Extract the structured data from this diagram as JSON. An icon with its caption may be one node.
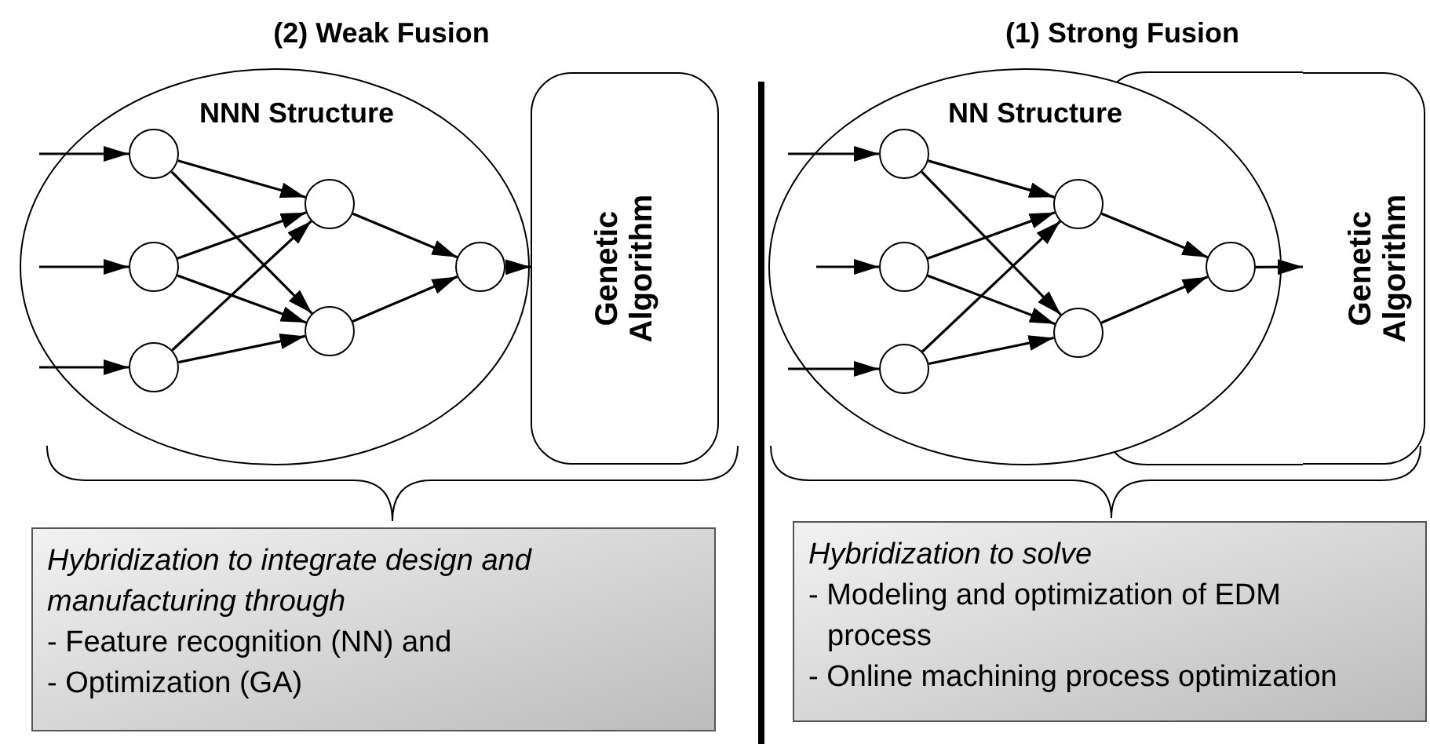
{
  "diagram": {
    "nodes": [
      {
        "text": [
          "NNN Structure"
        ]
      },
      {
        "text": [],
        "shape": "circle",
        "in": 0
      },
      {
        "text": [],
        "shape": "circle",
        "in": 0
      },
      {
        "text": [],
        "shape": "circle",
        "in": 0
      },
      {
        "text": [],
        "shape": "circle",
        "in": 0
      },
      {
        "text": [],
        "shape": "circle",
        "in": 0
      },
      {
        "text": [],
        "shape": "circle",
        "in": 0
      },
      {
        "text": [
          "Genetic Algorithm"
        ]
      },
      {
        "text": [
          "Hybridization to integrate design and manufacturing through",
          "- Feature recognition (NN) and",
          "- Optimization (GA)"
        ]
      },
      {
        "text": [
          "NN Structure"
        ]
      },
      {
        "text": [],
        "shape": "circle",
        "in": 9
      },
      {
        "text": [],
        "shape": "circle",
        "in": 9
      },
      {
        "text": [],
        "shape": "circle",
        "in": 9
      },
      {
        "text": [],
        "shape": "circle",
        "in": 9
      },
      {
        "text": [],
        "shape": "circle",
        "in": 9
      },
      {
        "text": [],
        "shape": "circle",
        "in": 9
      },
      {
        "text": [
          "Genetic Algorithm"
        ]
      },
      {
        "text": [
          "Hybridization to solve",
          "- Modeling and optimization of EDM process",
          "- Online machining process optimization"
        ]
      }
    ],
    "edges": [
      {
        "from": null,
        "to": 1,
        "arrow": "to"
      },
      {
        "from": null,
        "to": 2,
        "arrow": "to"
      },
      {
        "from": null,
        "to": 3,
        "arrow": "to"
      },
      {
        "from": 1,
        "to": 4,
        "arrow": "to"
      },
      {
        "from": 1,
        "to": 5,
        "arrow": "to"
      },
      {
        "from": 2,
        "to": 4,
        "arrow": "to"
      },
      {
        "from": 2,
        "to": 5,
        "arrow": "to"
      },
      {
        "from": 3,
        "to": 4,
        "arrow": "to"
      },
      {
        "from": 3,
        "to": 5,
        "arrow": "to"
      },
      {
        "from": 4,
        "to": 6,
        "arrow": "to"
      },
      {
        "from": 5,
        "to": 6,
        "arrow": "to"
      },
      {
        "from": 6,
        "to": 7,
        "arrow": "to"
      },
      {
        "from": null,
        "to": 10,
        "arrow": "to"
      },
      {
        "from": null,
        "to": 11,
        "arrow": "to"
      },
      {
        "from": null,
        "to": 12,
        "arrow": "to"
      },
      {
        "from": 10,
        "to": 13,
        "arrow": "to"
      },
      {
        "from": 10,
        "to": 14,
        "arrow": "to"
      },
      {
        "from": 11,
        "to": 13,
        "arrow": "to"
      },
      {
        "from": 11,
        "to": 14,
        "arrow": "to"
      },
      {
        "from": 12,
        "to": 13,
        "arrow": "to"
      },
      {
        "from": 12,
        "to": 14,
        "arrow": "to"
      },
      {
        "from": 13,
        "to": 15,
        "arrow": "to"
      },
      {
        "from": 14,
        "to": 15,
        "arrow": "to"
      },
      {
        "from": 15,
        "to": 16,
        "arrow": "to"
      }
    ],
    "labels": [
      "(2) Weak Fusion",
      "(1) Strong Fusion"
    ]
  }
}
